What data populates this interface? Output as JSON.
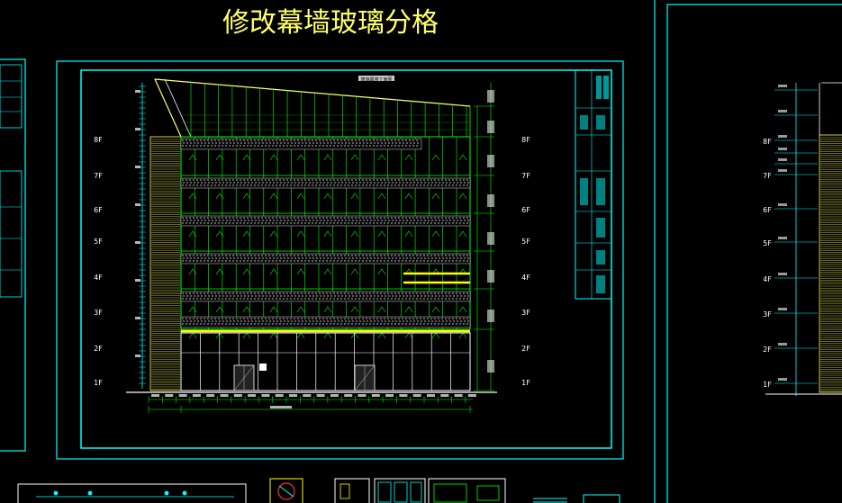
{
  "drawing_title": "修改幕墙玻璃分格",
  "sheet_subtitle": "玻璃幕墙立面图",
  "floors": [
    "8F",
    "7F",
    "6F",
    "5F",
    "4F",
    "3F",
    "2F",
    "1F"
  ],
  "right_floors": [
    "8F",
    "7F",
    "6F",
    "5F",
    "4F",
    "3F",
    "2F",
    "1F"
  ],
  "colors": {
    "background": "#000000",
    "frame_cyan": "#00ffff",
    "title_yellow": "#ffff66",
    "grid_green": "#00ff00",
    "panel_white": "#ffffff",
    "accent_yellow": "#ffff00",
    "dim_red": "#ff3333"
  },
  "icons": [
    "north-arrow-icon",
    "detail-thumbnail-icon"
  ]
}
